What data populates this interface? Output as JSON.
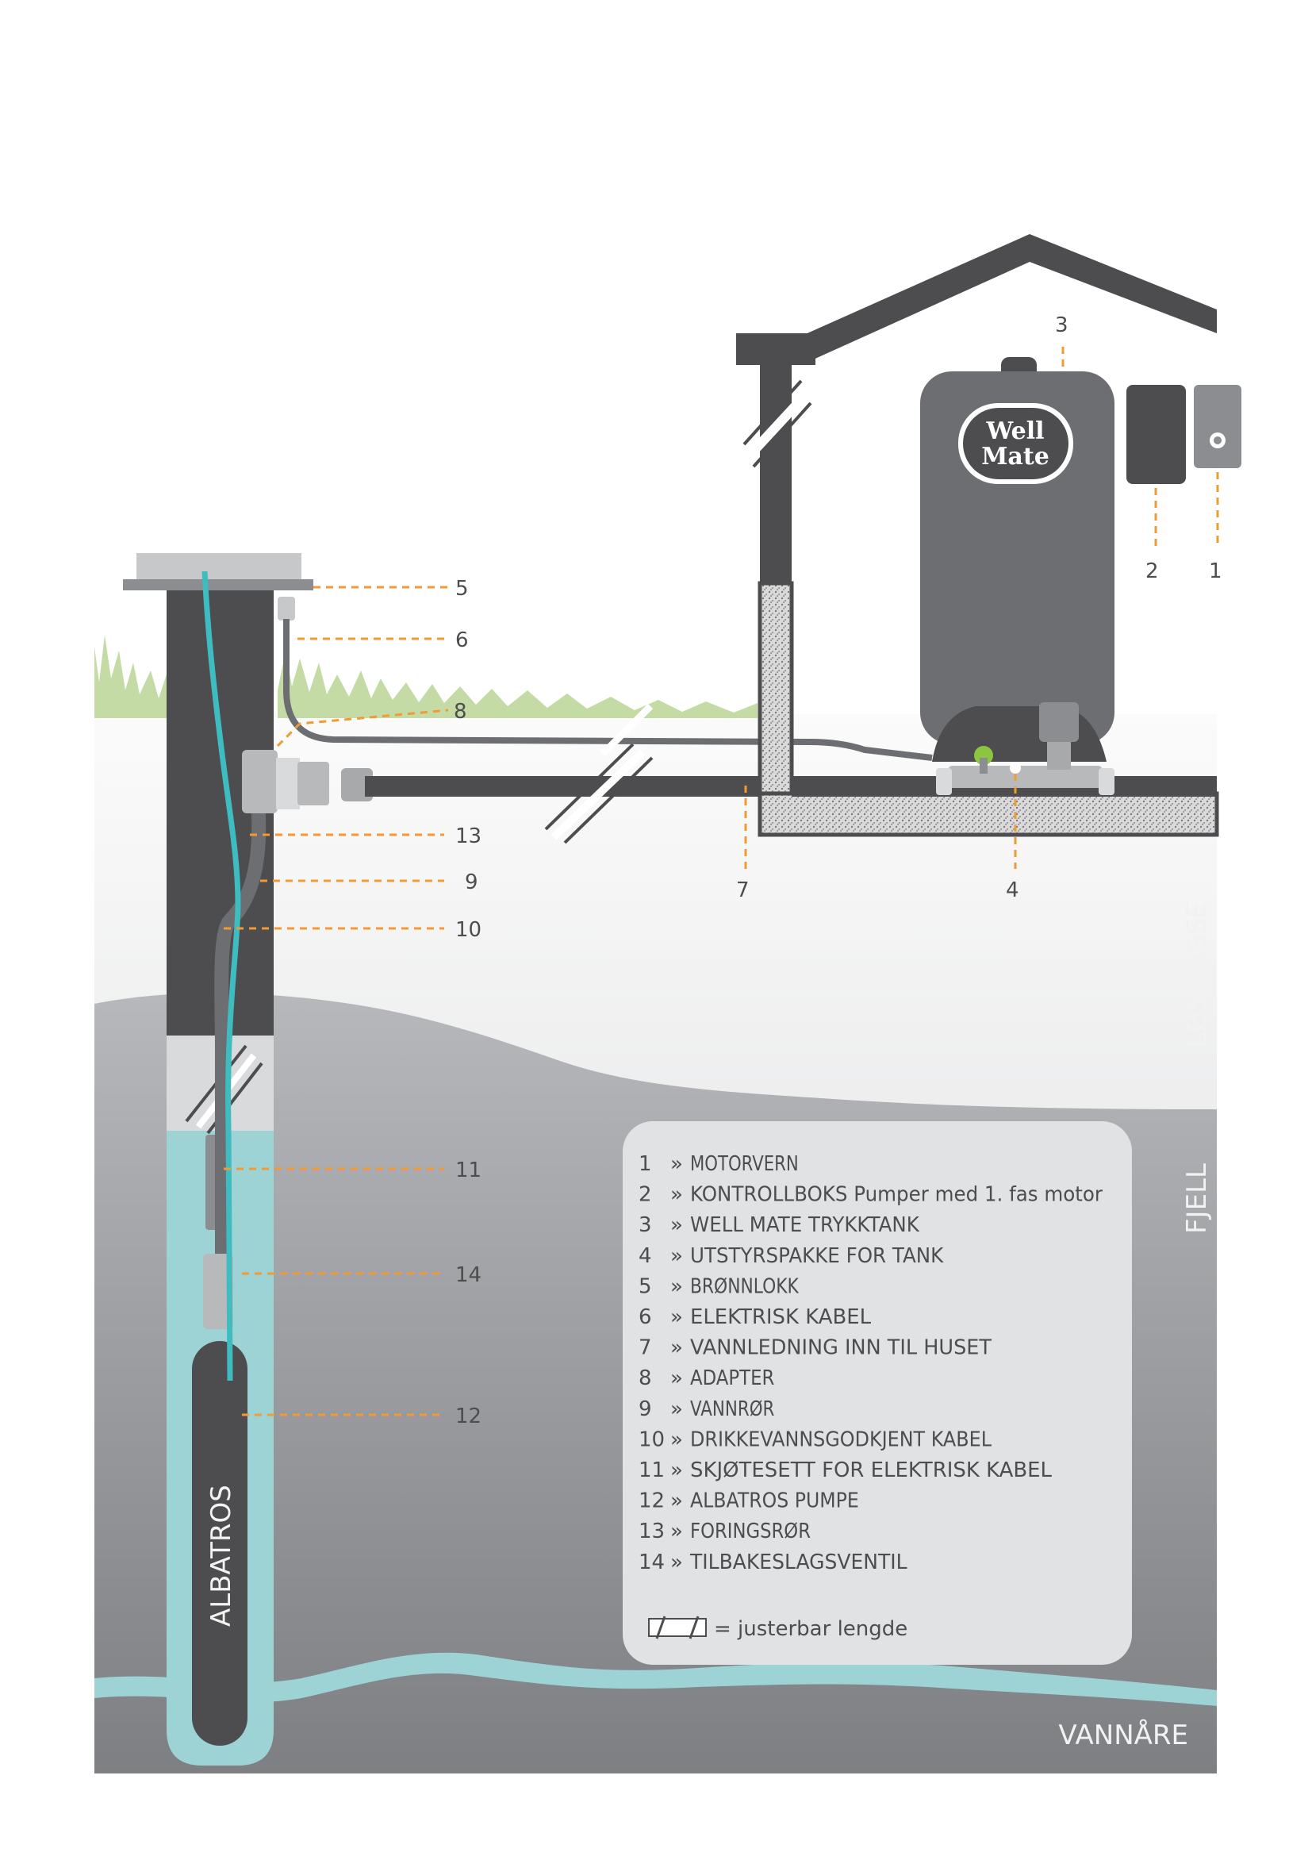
{
  "colors": {
    "accent_orange": "#f29a33",
    "water_blue": "#9dd3d5",
    "cable_teal": "#3fbcc0",
    "grass_green": "#c5dba6",
    "dark_grey": "#4d4d4f",
    "tank_grey": "#6d6e71"
  },
  "tank_logo": {
    "line1": "Well",
    "line2": "Mate"
  },
  "pump_label": "ALBATROS",
  "zones": {
    "soil": "LØSMASSE",
    "rock": "FJELL",
    "aquifer": "VANNÅRE"
  },
  "callouts": [
    "1",
    "2",
    "3",
    "4",
    "5",
    "6",
    "7",
    "8",
    "9",
    "10",
    "11",
    "12",
    "13",
    "14"
  ],
  "legend": {
    "items": [
      {
        "num": "1",
        "text": "MOTORVERN"
      },
      {
        "num": "2",
        "text": "KONTROLLBOKS Pumper med 1. fas motor"
      },
      {
        "num": "3",
        "text": "WELL MATE TRYKKTANK"
      },
      {
        "num": "4",
        "text": "UTSTYRSPAKKE FOR TANK"
      },
      {
        "num": "5",
        "text": "BRØNNLOKK"
      },
      {
        "num": "6",
        "text": "ELEKTRISK KABEL"
      },
      {
        "num": "7",
        "text": "VANNLEDNING INN TIL HUSET"
      },
      {
        "num": "8",
        "text": "ADAPTER"
      },
      {
        "num": "9",
        "text": "VANNRØR"
      },
      {
        "num": "10",
        "text": "DRIKKEVANNSGODKJENT KABEL"
      },
      {
        "num": "11",
        "text": "SKJØTESETT FOR ELEKTRISK KABEL"
      },
      {
        "num": "12",
        "text": "ALBATROS PUMPE"
      },
      {
        "num": "13",
        "text": "FORINGSRØR"
      },
      {
        "num": "14",
        "text": "TILBAKESLAGSVENTIL"
      }
    ],
    "separator": "»",
    "note": "= justerbar lengde"
  }
}
